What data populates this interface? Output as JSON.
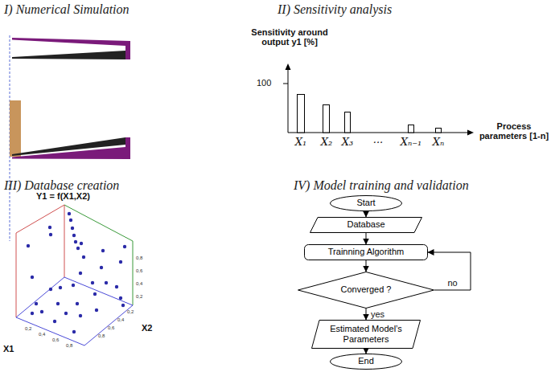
{
  "diagram": {
    "nodes": [
      {
        "text": [
          "Start"
        ]
      },
      {
        "text": [
          "Database"
        ]
      },
      {
        "text": [
          "Trainning Algorithm"
        ]
      },
      {
        "text": [
          "Converged ?"
        ]
      },
      {
        "text": [
          "Estimated Model’s Parameters"
        ]
      },
      {
        "text": [
          "End"
        ]
      }
    ],
    "edges": [
      {
        "from": 0,
        "to": 1,
        "arrow": "to"
      },
      {
        "from": 1,
        "to": 2,
        "arrow": "to"
      },
      {
        "from": 2,
        "to": 3,
        "arrow": "to"
      },
      {
        "from": 3,
        "to": 4,
        "arrow": "to",
        "label": "yes"
      },
      {
        "from": 3,
        "to": 2,
        "arrow": "to",
        "label": "no"
      },
      {
        "from": 4,
        "to": 5,
        "arrow": "to"
      }
    ],
    "labels": [
      "I) Numerical Simulation",
      "II) Sensitivity analysis",
      "Sensitivity around output y1 [%]",
      "100",
      "X₁",
      "X₂",
      "X₃",
      "...",
      "Xₙ₋₁",
      "Xₙ",
      "Process parameters [1-n]",
      "III) Database creation",
      "Y1 = f(X1,X2)",
      "0,8",
      "0,6",
      "0,4",
      "0,2",
      "0,2",
      "0,4",
      "0,6",
      "0,8",
      "0,2",
      "0,4",
      "0,6",
      "0,8",
      "X1",
      "X2",
      "IV) Model training and validation"
    ]
  }
}
